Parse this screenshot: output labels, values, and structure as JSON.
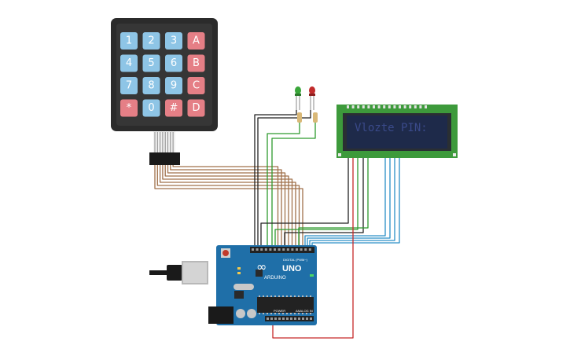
{
  "keypad": {
    "keys": [
      {
        "label": "1",
        "kind": "num"
      },
      {
        "label": "2",
        "kind": "num"
      },
      {
        "label": "3",
        "kind": "num"
      },
      {
        "label": "A",
        "kind": "letter"
      },
      {
        "label": "4",
        "kind": "num"
      },
      {
        "label": "5",
        "kind": "num"
      },
      {
        "label": "6",
        "kind": "num"
      },
      {
        "label": "B",
        "kind": "letter"
      },
      {
        "label": "7",
        "kind": "num"
      },
      {
        "label": "8",
        "kind": "num"
      },
      {
        "label": "9",
        "kind": "num"
      },
      {
        "label": "C",
        "kind": "letter"
      },
      {
        "label": "*",
        "kind": "letter"
      },
      {
        "label": "0",
        "kind": "num"
      },
      {
        "label": "#",
        "kind": "letter"
      },
      {
        "label": "D",
        "kind": "letter"
      }
    ],
    "colors": {
      "num": "#8ec5e6",
      "letter": "#e57f86",
      "body": "#2b2b2b"
    }
  },
  "lcd": {
    "text": "Vlozte PIN:",
    "colors": {
      "board": "#3d9a3b",
      "screen": "#1e2a4a"
    }
  },
  "leds": [
    {
      "name": "green-led",
      "color": "#3aa63a"
    },
    {
      "name": "red-led",
      "color": "#c12b2b"
    }
  ],
  "arduino": {
    "logo": "∞",
    "brand": "ARDUINO",
    "model": "UNO",
    "digital_label": "DIGITAL (PWM~)",
    "analog_label": "ANALOG IN",
    "power_label": "POWER",
    "colors": {
      "board": "#1f6fa8",
      "chip": "#222222"
    }
  },
  "wire_colors": {
    "keypad": "#a0704a",
    "black": "#222222",
    "green": "#2e9a2e",
    "blue": "#2a8fc7",
    "red": "#c62828"
  }
}
